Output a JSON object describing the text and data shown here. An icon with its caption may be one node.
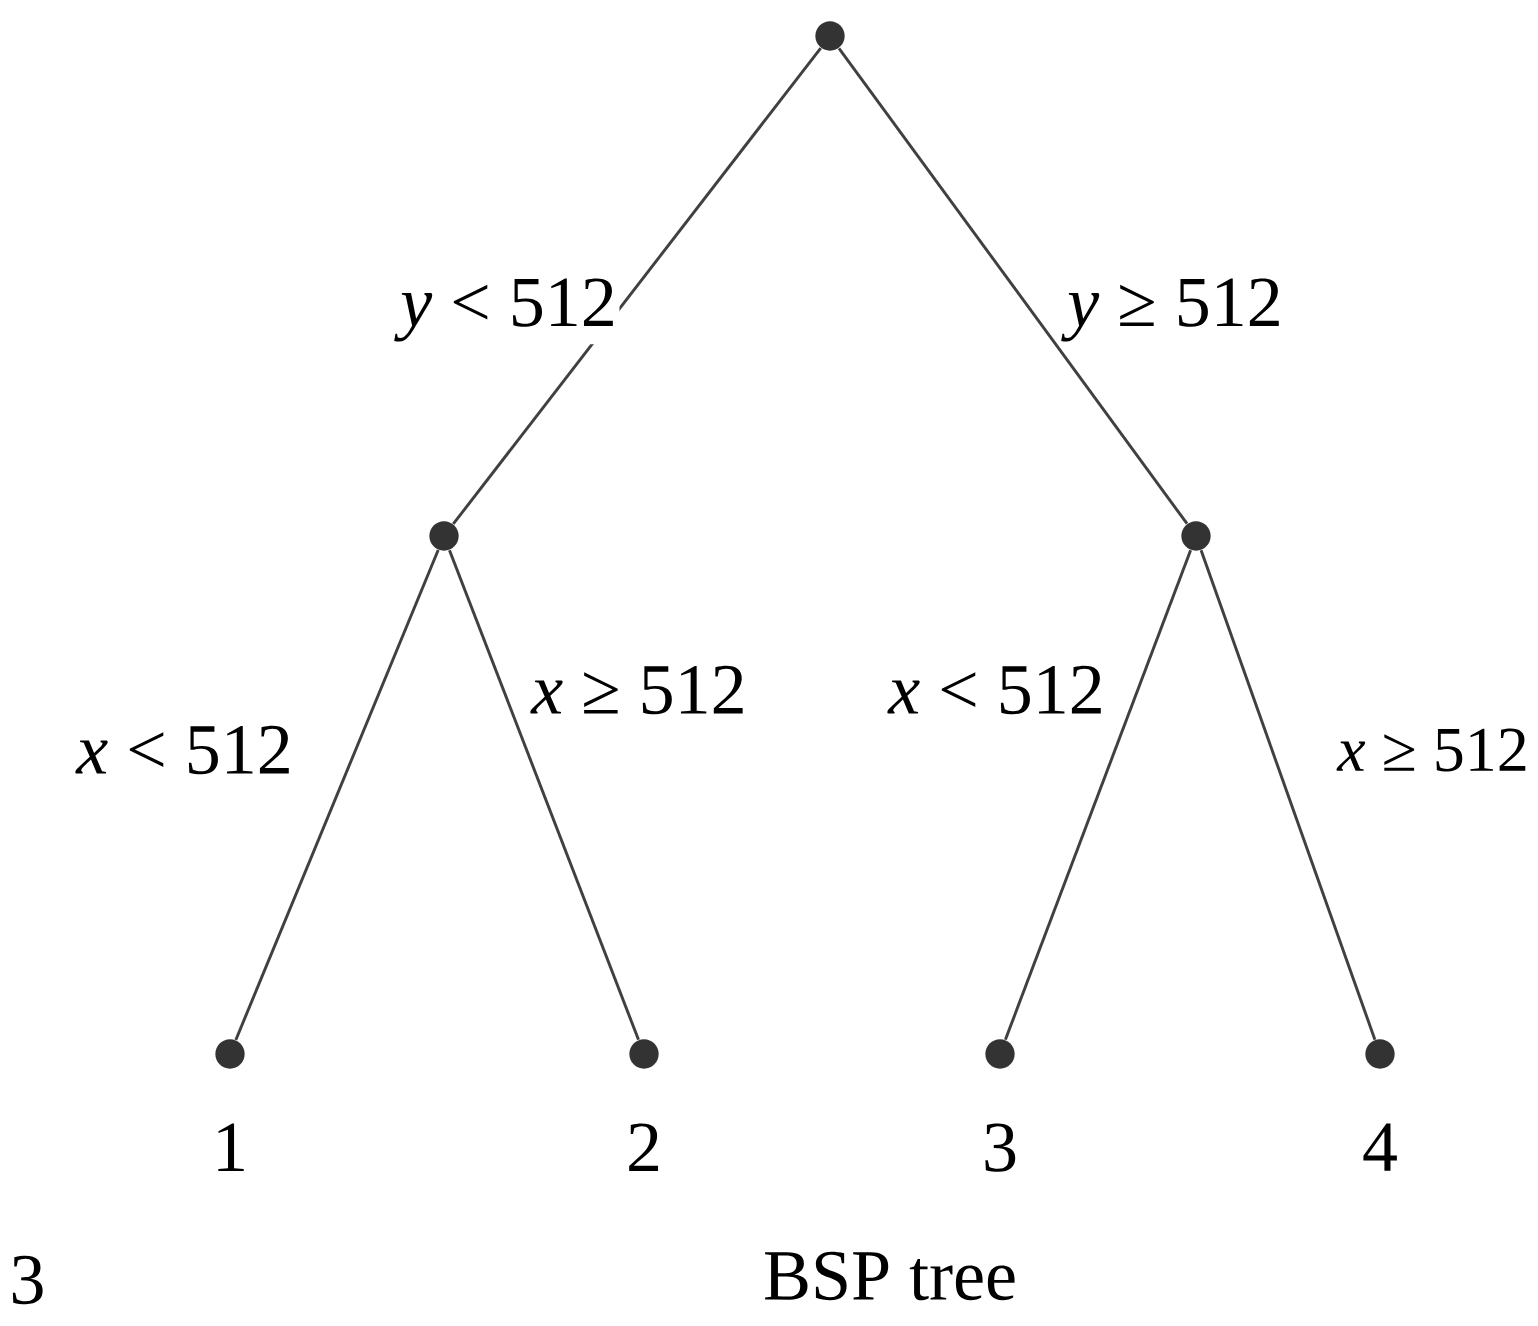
{
  "diagram": {
    "caption": "BSP tree",
    "nodes": [
      {
        "text": [],
        "shape": "circle"
      },
      {
        "text": [],
        "shape": "circle"
      },
      {
        "text": [],
        "shape": "circle"
      },
      {
        "text": [],
        "shape": "circle",
        "beside": [
          "1"
        ]
      },
      {
        "text": [],
        "shape": "circle",
        "beside": [
          "2"
        ]
      },
      {
        "text": [],
        "shape": "circle",
        "beside": [
          "3"
        ]
      },
      {
        "text": [],
        "shape": "circle",
        "beside": [
          "4"
        ]
      }
    ],
    "edges": [
      {
        "from": 0,
        "to": 1,
        "arrow": "none",
        "label": "*y* < 512"
      },
      {
        "from": 0,
        "to": 2,
        "arrow": "none",
        "label": "*y* ≥ 512"
      },
      {
        "from": 1,
        "to": 3,
        "arrow": "none",
        "label": "*x* < 512"
      },
      {
        "from": 1,
        "to": 4,
        "arrow": "none",
        "label": "*x* ≥ 512"
      },
      {
        "from": 2,
        "to": 5,
        "arrow": "none",
        "label": "*x* < 512"
      },
      {
        "from": 2,
        "to": 6,
        "arrow": "none",
        "label": "*x* ≥ 512"
      }
    ],
    "labels": [
      "3"
    ]
  }
}
